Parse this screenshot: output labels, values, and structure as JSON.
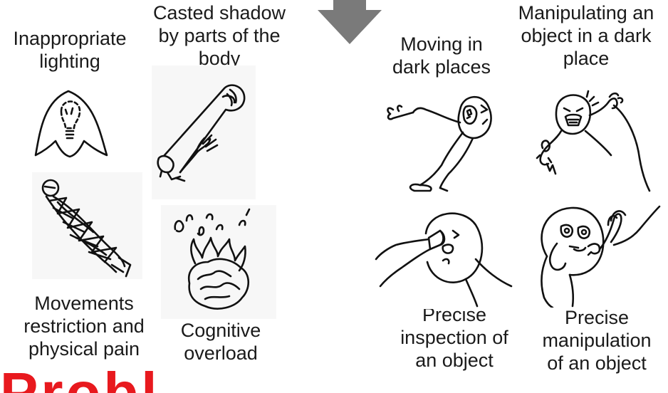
{
  "colors": {
    "arrow": "#7a7a7a",
    "accent_red": "#e8191e",
    "text": "#1a1a1a"
  },
  "labels": {
    "inappropriate_lighting": [
      "Inappropriate",
      "lighting"
    ],
    "casted_shadow": [
      "Casted shadow",
      "by parts of the",
      "body"
    ],
    "movements_restriction": [
      "Movements",
      "restriction and",
      "physical pain"
    ],
    "cognitive_overload": [
      "Cognitive",
      "overload"
    ],
    "moving_dark": [
      "Moving in",
      "dark places"
    ],
    "manipulating_dark": [
      "Manipulating an",
      "object in a dark",
      "place"
    ],
    "precise_inspection": [
      "Precise",
      "inspection of",
      "an object"
    ],
    "precise_manipulation": [
      "Precise",
      "manipulation",
      "of an object"
    ]
  },
  "cut_off_text": "Probl",
  "icons": {
    "arrow": "down-arrow-icon",
    "sketches": [
      "ghost-lightbulb-icon",
      "flashlight-hand-icon",
      "wrapped-body-icon",
      "burning-brain-icon",
      "person-dark-walking-icon",
      "person-cable-icon",
      "person-inspecting-icon",
      "person-manipulating-icon"
    ]
  }
}
